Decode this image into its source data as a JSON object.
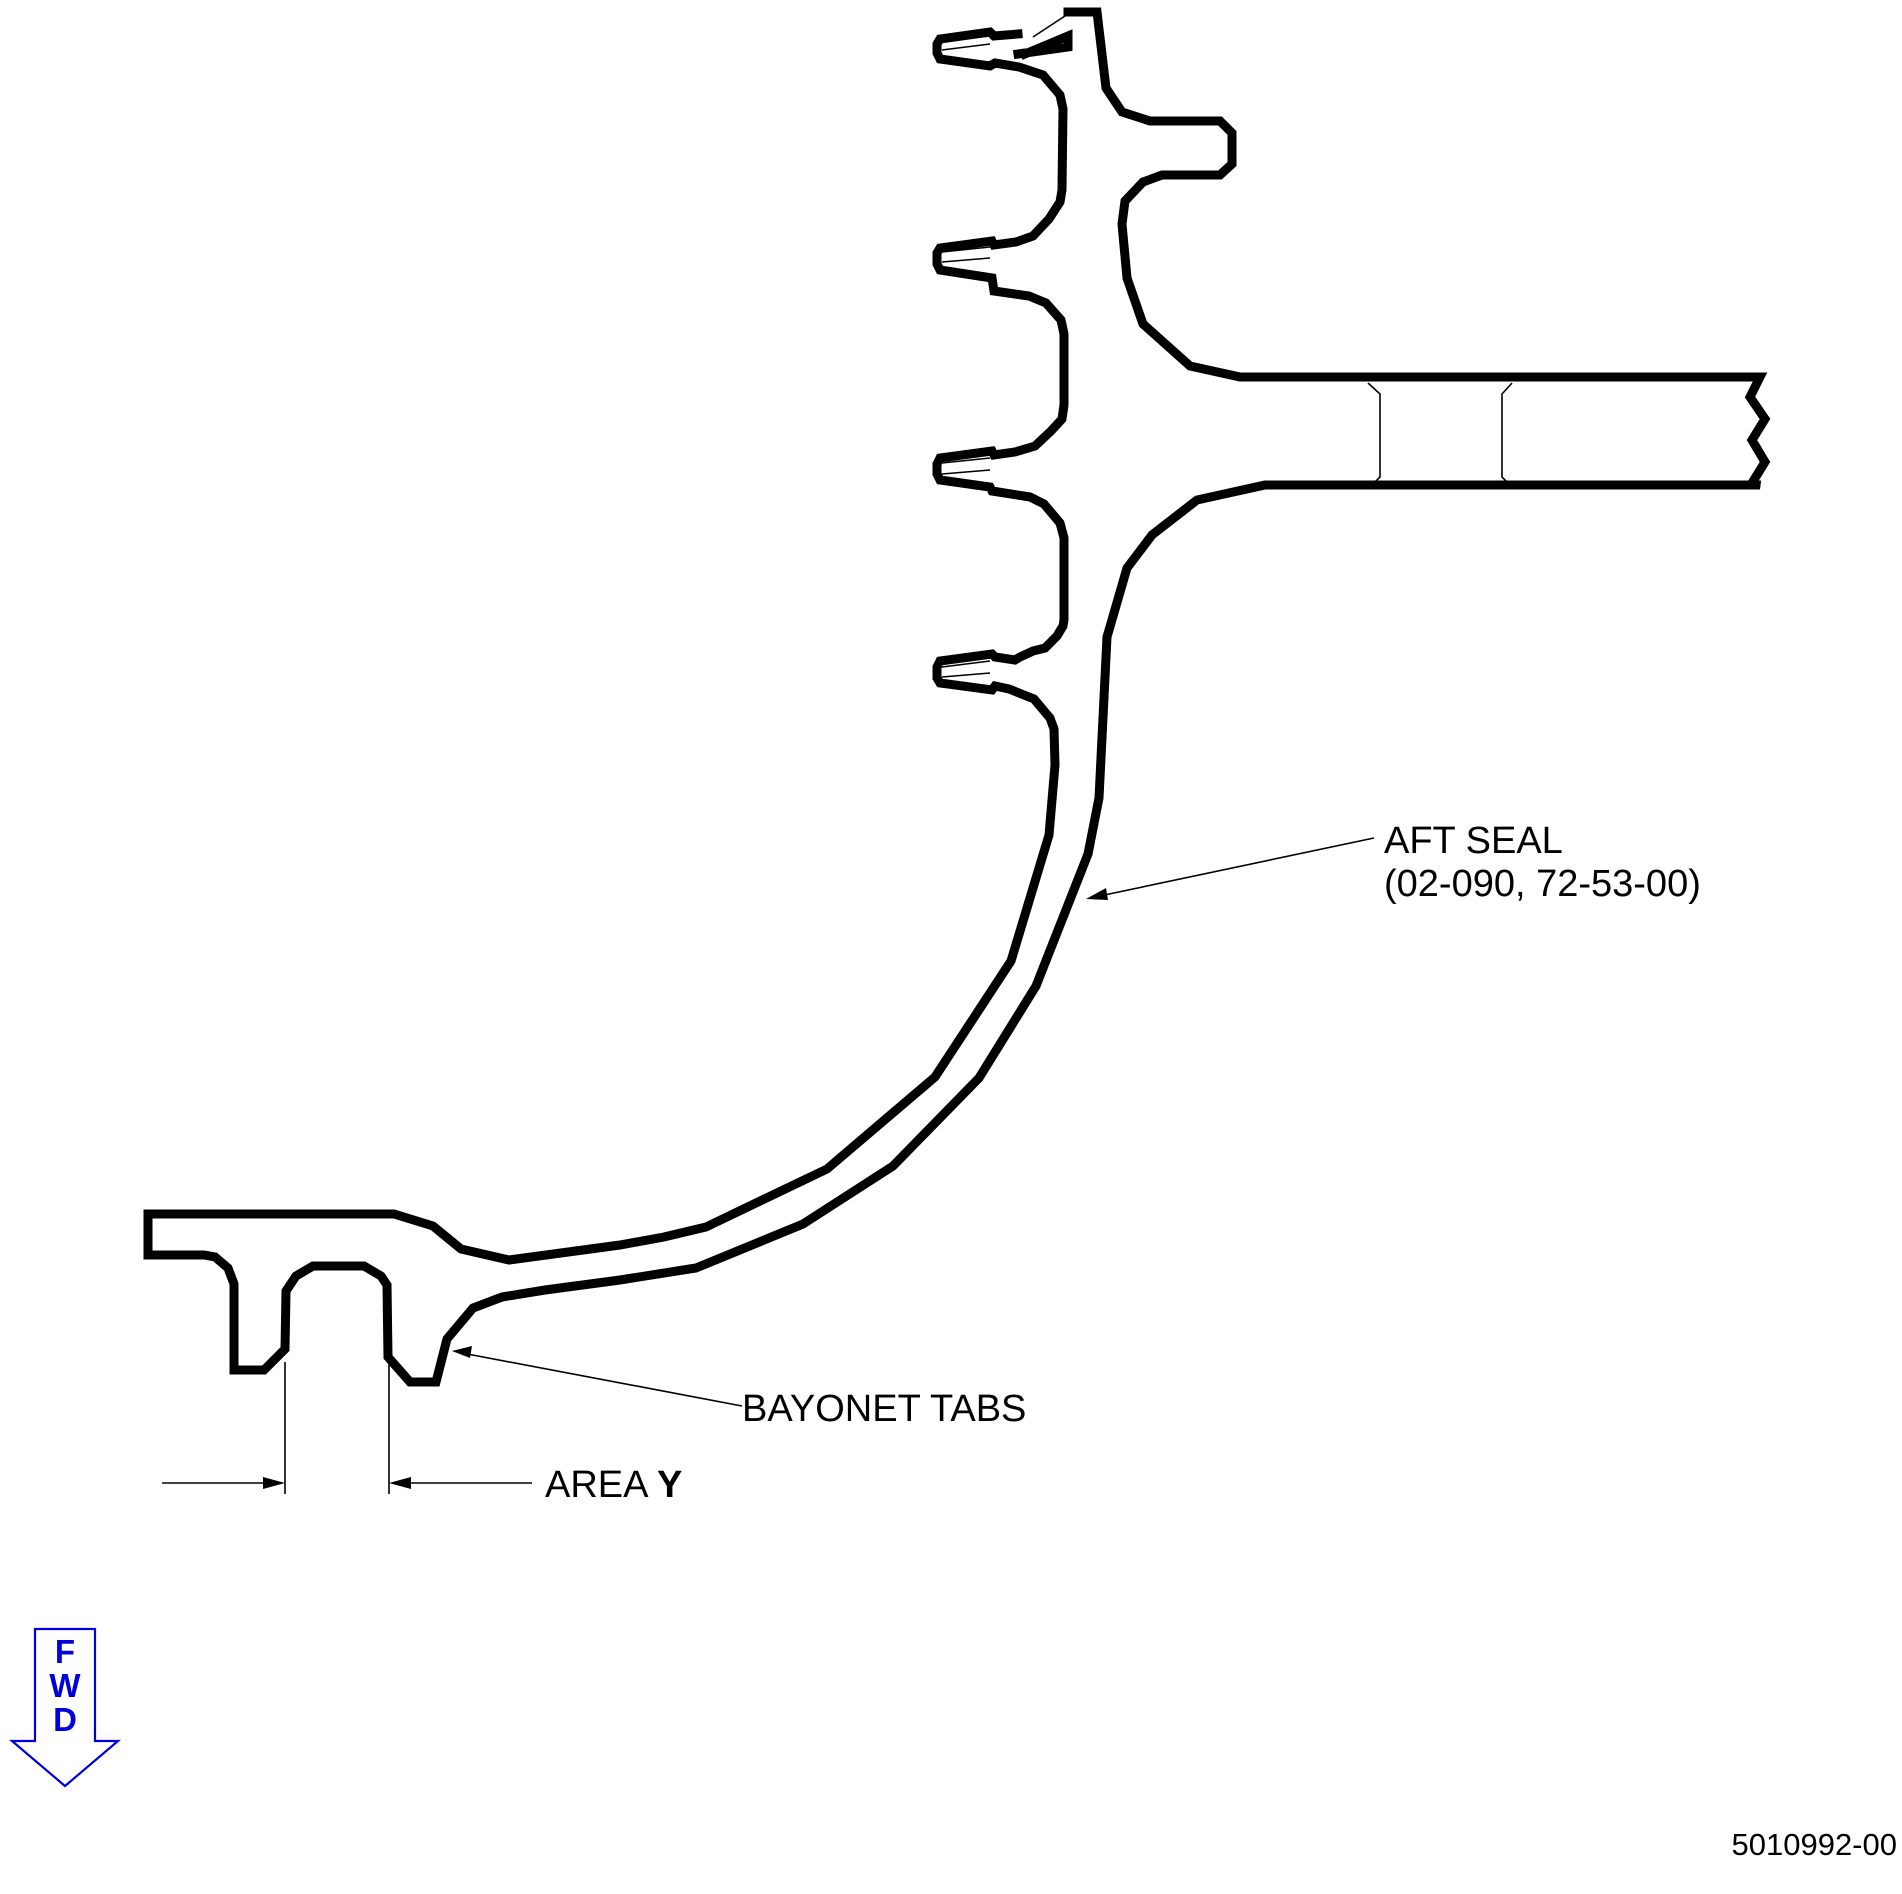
{
  "callouts": {
    "aft_seal": {
      "line1": "AFT SEAL",
      "line2": "(02-090, 72-53-00)"
    },
    "bayonet_tabs": "BAYONET TABS",
    "area": {
      "prefix": "AREA ",
      "letter": "Y"
    }
  },
  "fwd_arrow": {
    "letters": [
      "F",
      "W",
      "D"
    ],
    "color": "#0000dd",
    "icon": "down-arrow-icon"
  },
  "figure_code": "5010992-00"
}
